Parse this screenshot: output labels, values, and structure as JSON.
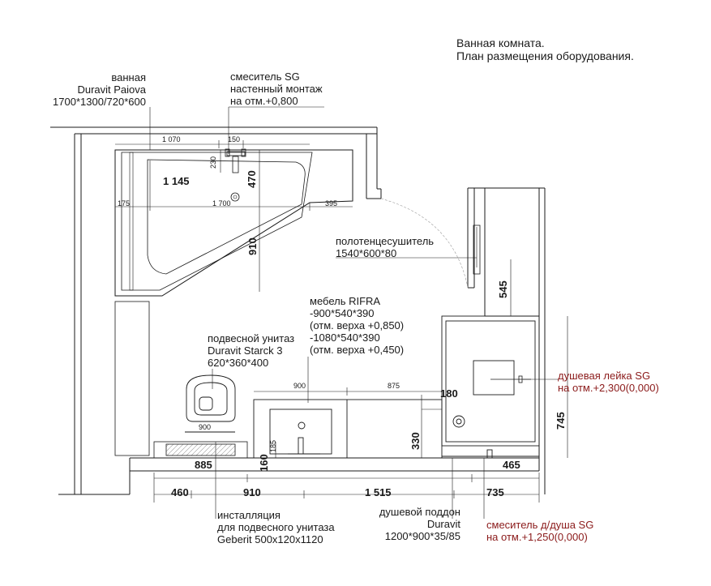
{
  "title": {
    "line1": "Ванная комната.",
    "line2": "План размещения оборудования."
  },
  "callouts": {
    "bath": [
      "ванная",
      "Duravit Paiova",
      "1700*1300/720*600"
    ],
    "mixer": [
      "смеситель SG",
      "настенный монтаж",
      "на отм.+0,800"
    ],
    "towel": [
      "полотенцесушитель",
      "1540*600*80"
    ],
    "furniture": [
      "мебель RIFRA",
      "-900*540*390",
      "(отм. верха +0,850)",
      "-1080*540*390",
      "(отм. верха +0,450)"
    ],
    "toilet": [
      "подвесной унитаз",
      "Duravit Starck 3",
      "620*360*400"
    ],
    "shower_head": [
      "душевая лейка SG",
      "на отм.+2,300(0,000)"
    ],
    "install": [
      "инсталляция",
      "для подвесного унитаза",
      "Geberit 500x120x1120"
    ],
    "tray": [
      "душевой поддон",
      "Duravit",
      "1200*900*35/85"
    ],
    "shower_mixer": [
      "смеситель д/душа SG",
      "на отм.+1,250(0,000)"
    ]
  },
  "dims": {
    "d1070": "1 070",
    "d150": "150",
    "d230": "230",
    "d1145": "1 145",
    "d470": "470",
    "d175": "175",
    "d1700": "1 700",
    "d395": "395",
    "d910v": "910",
    "d545": "545",
    "d900a": "900",
    "d875": "875",
    "d180": "180",
    "d900b": "900",
    "d330": "330",
    "d185": "185",
    "d745": "745",
    "d885": "885",
    "d160": "160",
    "d465": "465",
    "d460": "460",
    "d910h": "910",
    "d1515": "1 515",
    "d735": "735"
  },
  "colors": {
    "ink": "#1a1a1a",
    "accent_red": "#8b1a1a",
    "hatch": "#9a9a9a"
  }
}
